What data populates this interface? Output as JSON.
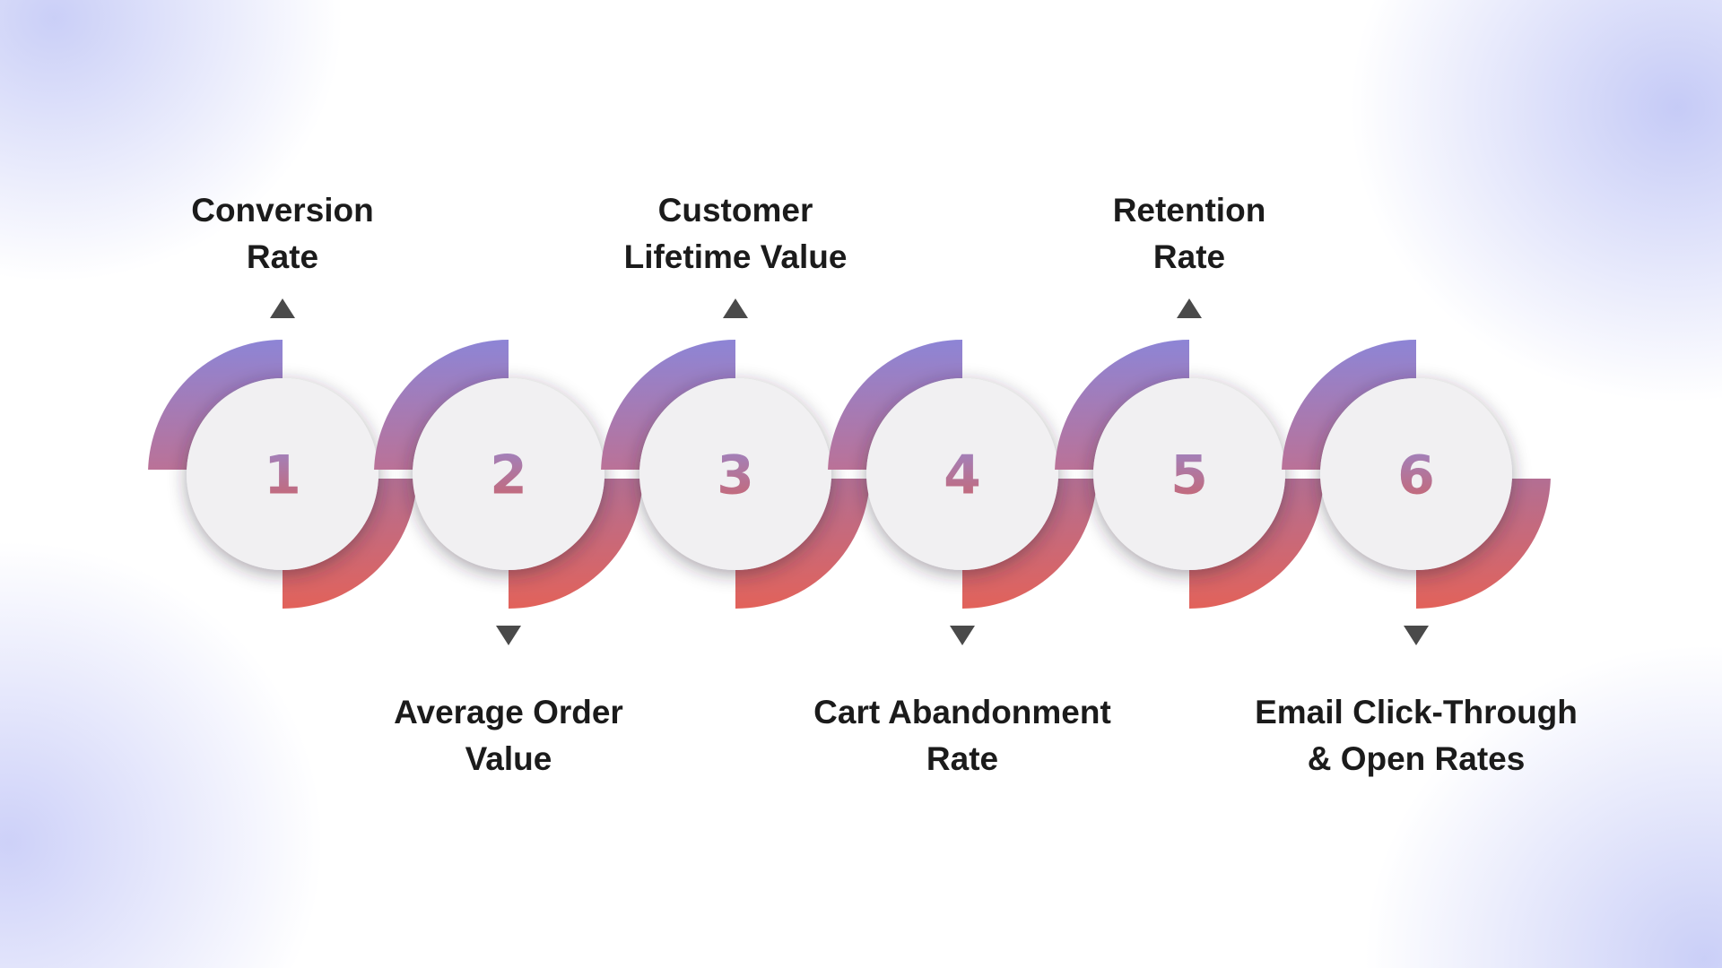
{
  "diagram": {
    "type": "six-step ecommerce metrics infographic",
    "steps": [
      {
        "number": "1",
        "label_position": "top",
        "label_line1": "Conversion",
        "label_line2": "Rate"
      },
      {
        "number": "2",
        "label_position": "bottom",
        "label_line1": "Average Order",
        "label_line2": "Value"
      },
      {
        "number": "3",
        "label_position": "top",
        "label_line1": "Customer",
        "label_line2": "Lifetime Value"
      },
      {
        "number": "4",
        "label_position": "bottom",
        "label_line1": "Cart Abandonment",
        "label_line2": "Rate"
      },
      {
        "number": "5",
        "label_position": "top",
        "label_line1": "Retention",
        "label_line2": "Rate"
      },
      {
        "number": "6",
        "label_position": "bottom",
        "label_line1": "Email Click-Through",
        "label_line2": "& Open Rates"
      }
    ]
  },
  "colors": {
    "arc_gradient_top": "#8d85d6",
    "arc_gradient_mid_upper": "#bc7195",
    "arc_gradient_mid_lower": "#b16f95",
    "arc_gradient_bottom": "#e2625a",
    "number_gradient_top": "#9c85c6",
    "number_gradient_bottom": "#cb646c",
    "circle_fill": "#f1f0f2",
    "label_text": "#1b1b1b",
    "arrow": "#4a4a4a",
    "background_blob": "#d0d4f8",
    "background_base": "#ffffff"
  }
}
